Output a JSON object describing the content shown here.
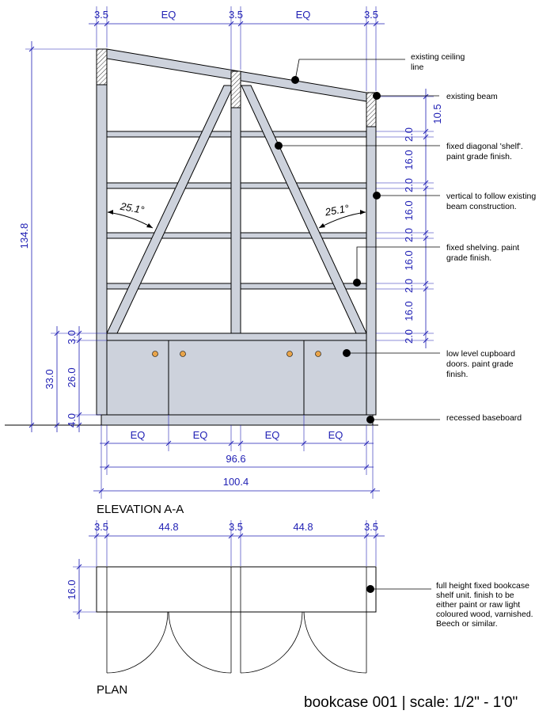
{
  "dimensions": {
    "top": {
      "side_left": "3.5",
      "eq_left": "EQ",
      "mid": "3.5",
      "eq_right": "EQ",
      "side_right": "3.5"
    },
    "left": {
      "total_height": "134.8",
      "base_height": "33.0",
      "top_rail": "3.0",
      "door": "26.0",
      "plinth": "4.0"
    },
    "right": {
      "beam": "10.5",
      "shelf_thk": "2.0",
      "shelf_gap": "16.0"
    },
    "bottom": {
      "eq1": "EQ",
      "eq2": "EQ",
      "eq3": "EQ",
      "eq4": "EQ",
      "inner_width": "96.6",
      "overall_width": "100.4"
    },
    "plan_top": {
      "side_left": "3.5",
      "bay_left": "44.8",
      "mid": "3.5",
      "bay_right": "44.8",
      "side_right": "3.5"
    },
    "plan_depth": "16.0"
  },
  "angles": {
    "left": "25.1°",
    "right": "25.1°"
  },
  "annotations": {
    "ceiling": [
      "existing ceiling",
      "line"
    ],
    "beam": [
      "existing beam"
    ],
    "diagonal": [
      "fixed diagonal 'shelf'.",
      "paint grade finish."
    ],
    "vertical": [
      "vertical to follow existing",
      "beam construction."
    ],
    "shelving": [
      "fixed shelving. paint",
      "grade finish."
    ],
    "doors": [
      "low level cupboard",
      "doors.  paint  grade",
      "finish."
    ],
    "baseboard": [
      "recessed baseboard"
    ],
    "bookcase": [
      "full height fixed bookcase",
      "shelf unit. finish to be",
      "either paint or raw light",
      "coloured wood, varnished.",
      "Beech or similar."
    ]
  },
  "labels": {
    "elevation": "ELEVATION A-A",
    "plan": "PLAN",
    "title_block": "bookcase 001 | scale: 1/2\" - 1'0\""
  },
  "colors": {
    "member_fill": "#cdd2dc",
    "dimension_blue": "#1f1fb4",
    "line": "#000000",
    "knob": "#e8a44a"
  }
}
